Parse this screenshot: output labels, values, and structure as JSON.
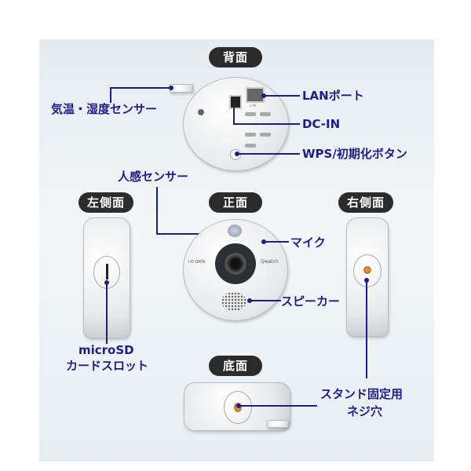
{
  "views": {
    "back": "背面",
    "left_side": "左側面",
    "front": "正面",
    "right_side": "右側面",
    "bottom": "底面"
  },
  "callouts": {
    "temp_humidity_sensor": "気温・湿度センサー",
    "lan_port": "LANポート",
    "dc_in": "DC-IN",
    "wps_reset_button": "WPS/初期化ボタン",
    "motion_sensor": "人感センサー",
    "microphone": "マイク",
    "speaker": "スピーカー",
    "microsd_line1": "microSD",
    "microsd_line2": "カードスロット",
    "stand_screw_line1": "スタンド固定用",
    "stand_screw_line2": "ネジ穴"
  },
  "device_print": {
    "brand": "I·O DATA",
    "product": "Qwatch",
    "lan": "LAN"
  },
  "colors": {
    "callout": "#1d1f86",
    "pill": "#2b2b2b",
    "background": "#e9eff3"
  }
}
